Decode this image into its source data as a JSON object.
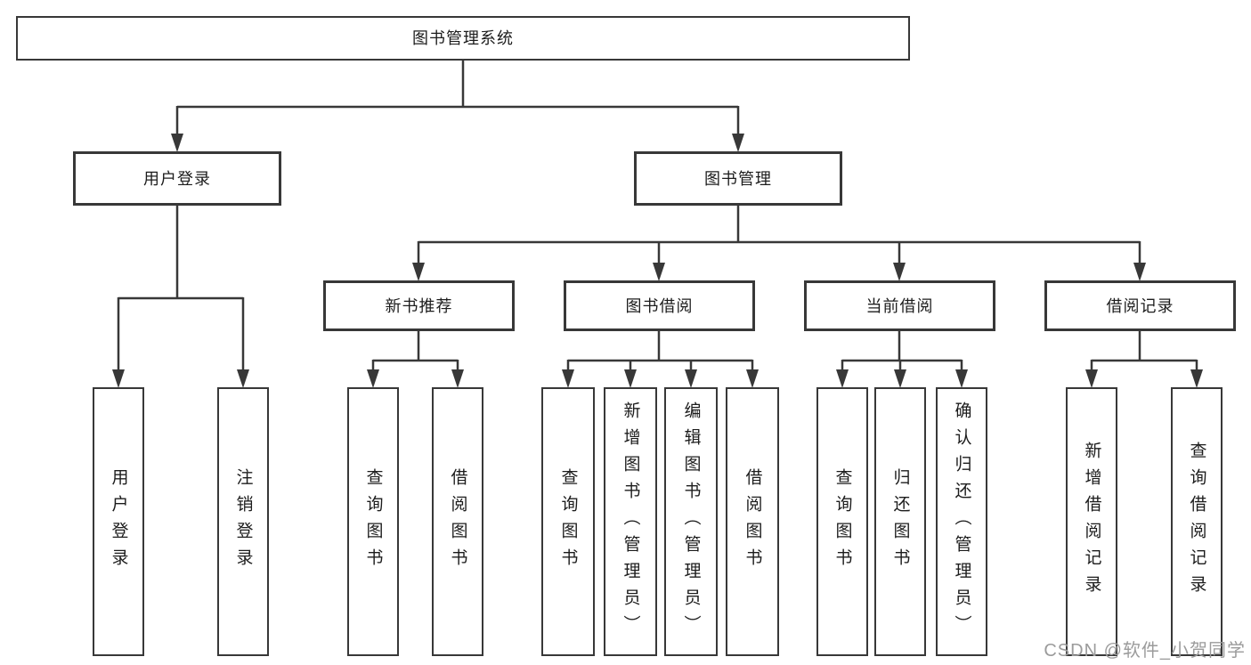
{
  "title": "图书管理系统",
  "watermark": "CSDN @软件_小贺同学",
  "colors": {
    "line": "#383838",
    "text": "#1c1c1c",
    "box_background": "#ffffff",
    "watermark": "#9b9b9b"
  },
  "nodes": {
    "root": "图书管理系统",
    "user_login": "用户登录",
    "book_mgmt": "图书管理",
    "new_book_rec": "新书推荐",
    "book_borrow": "图书借阅",
    "current_borrow": "当前借阅",
    "borrow_record": "借阅记录",
    "leaf_user_login": "用户登录",
    "leaf_logout": "注销登录",
    "leaf_nbr_query_book": "查询图书",
    "leaf_nbr_borrow_book": "借阅图书",
    "leaf_bb_query_book": "查询图书",
    "leaf_bb_add_book_admin": "新增图书（管理员）",
    "leaf_bb_edit_book_admin": "编辑图书（管理员）",
    "leaf_bb_borrow_book": "借阅图书",
    "leaf_cb_query_book": "查询图书",
    "leaf_cb_return_book": "归还图书",
    "leaf_cb_confirm_return_admin": "确认归还（管理员）",
    "leaf_br_add_record": "新增借阅记录",
    "leaf_br_query_record": "查询借阅记录"
  }
}
